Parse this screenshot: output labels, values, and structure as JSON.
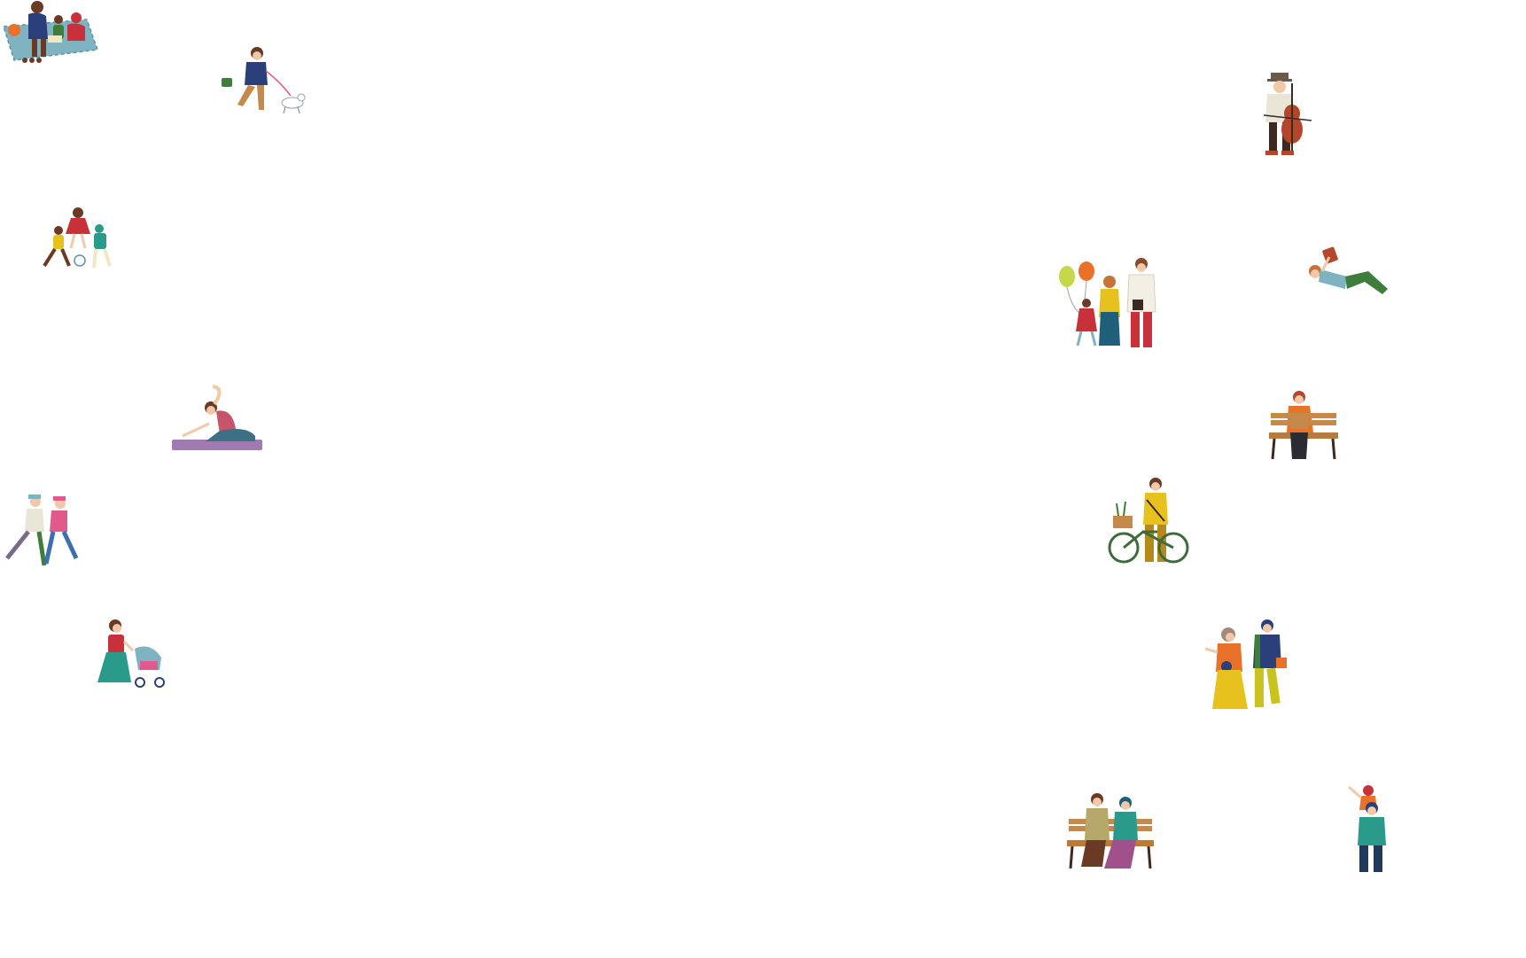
{
  "scene": {
    "background": "#ffffff",
    "illustrations": [
      "picnic-family-illustration",
      "dog-walker-illustration",
      "children-playing-ball-illustration",
      "yoga-stretch-illustration",
      "joggers-illustration",
      "mother-with-stroller-illustration",
      "cellist-illustration",
      "family-with-balloons-illustration",
      "person-lying-reading-illustration",
      "bench-reader-illustration",
      "woman-with-bicycle-illustration",
      "elderly-couple-walking-illustration",
      "couple-on-bench-illustration",
      "father-carrying-child-illustration"
    ]
  },
  "palette": {
    "skin": "#f2c9a8",
    "hair_brown": "#6b3a24",
    "navy": "#2b3f7a",
    "red": "#c8313a",
    "orange": "#e8722a",
    "yellow": "#e7c21f",
    "teal": "#2a9a8a",
    "green": "#3f7d3a",
    "pink": "#e05a8c",
    "mat_blue": "#7fb3c2",
    "mat_purple": "#a07bb0",
    "wood": "#c58a4a",
    "ink": "#3a2a22"
  }
}
